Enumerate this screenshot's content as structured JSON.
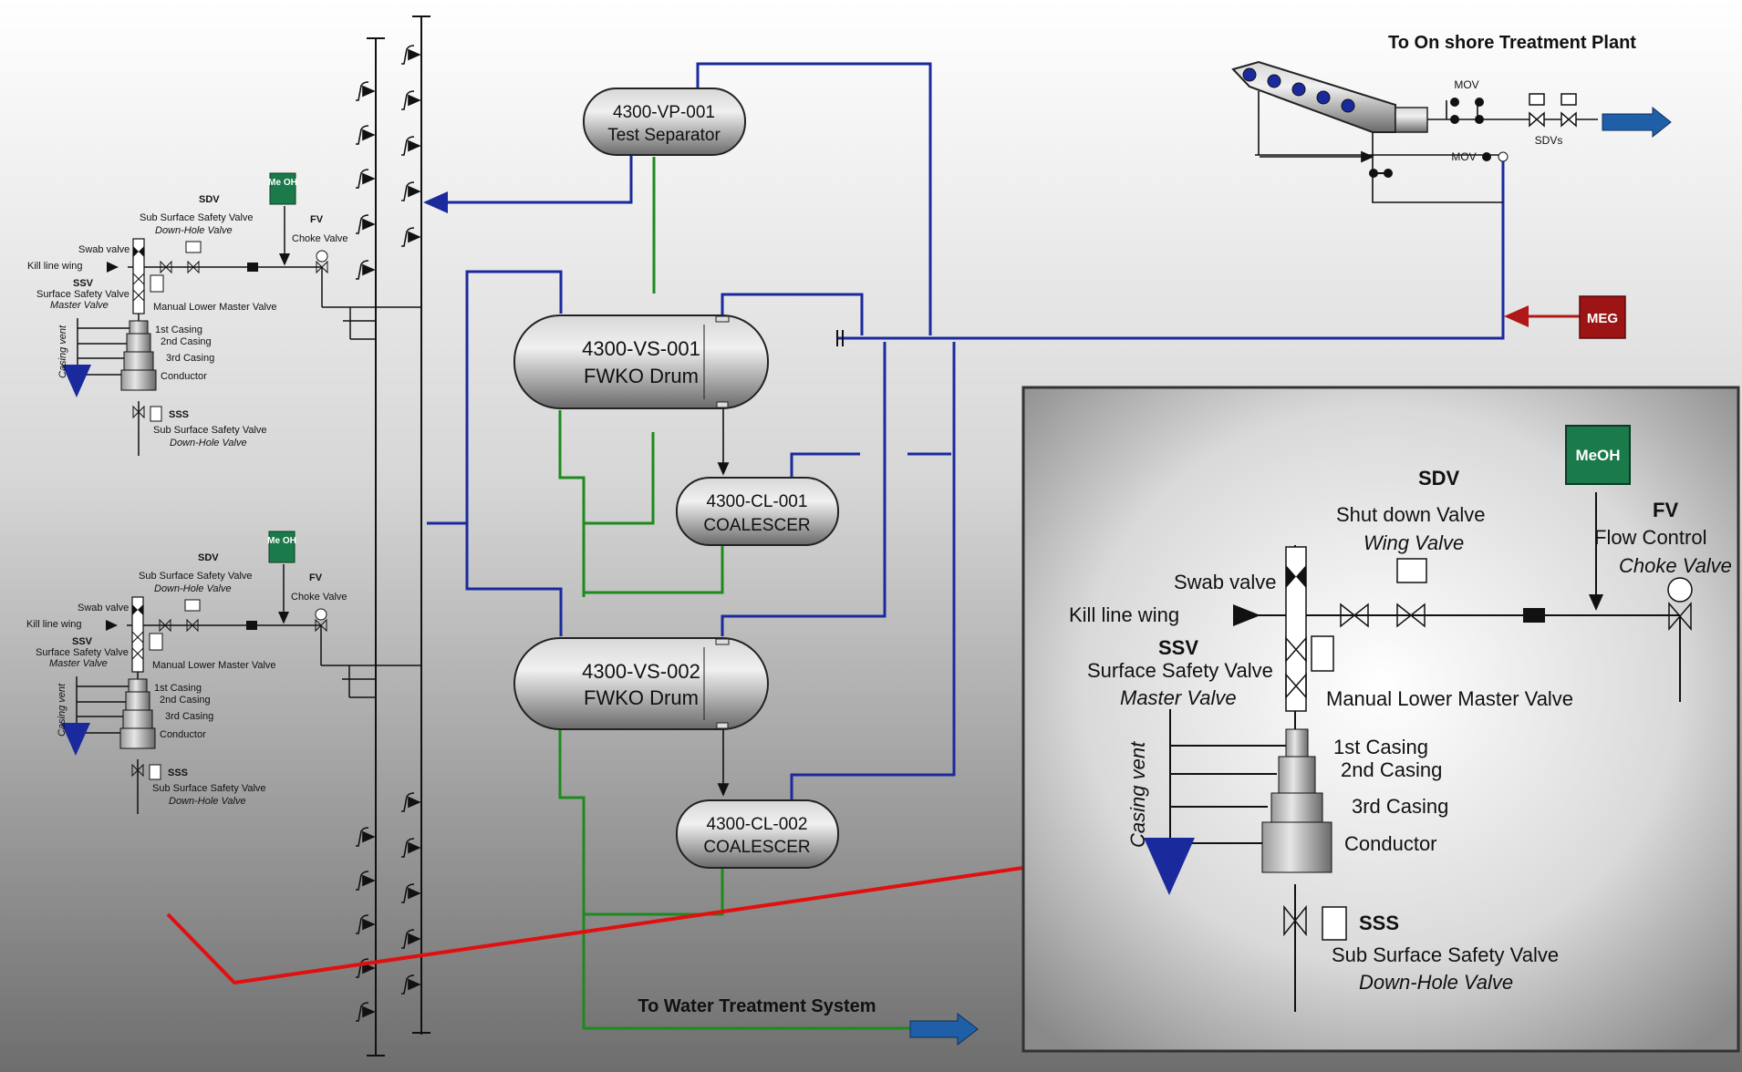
{
  "vessels": {
    "test_separator": {
      "tag": "4300-VP-001",
      "name": "Test Separator"
    },
    "fwko1": {
      "tag": "4300-VS-001",
      "name": "FWKO Drum"
    },
    "coalescer1": {
      "tag": "4300-CL-001",
      "name": "COALESCER"
    },
    "fwko2": {
      "tag": "4300-VS-002",
      "name": "FWKO Drum"
    },
    "coalescer2": {
      "tag": "4300-CL-002",
      "name": "COALESCER"
    }
  },
  "destinations": {
    "onshore": "To On shore Treatment Plant",
    "water": "To Water Treatment System"
  },
  "tags": {
    "meg": "MEG",
    "mov": "MOV",
    "sdvs": "SDVs",
    "meoh_small": "Me OH",
    "meoh_large": "MeOH"
  },
  "colors": {
    "gas_line": "#1a2a9c",
    "water_line": "#1e8a1e",
    "meg_line": "#b01818",
    "highlight": "#e01010",
    "meoh_box": "#1b7a4a",
    "meg_box": "#9c1414",
    "arrow": "#1f5fa8"
  },
  "wellhead": {
    "sdv": "SDV",
    "sdv_sub": "Sub Surface Safety Valve",
    "sdv_sub2": "Down-Hole Valve",
    "fv": "FV",
    "choke": "Choke Valve",
    "swab": "Swab valve",
    "kill": "Kill line wing",
    "ssv": "SSV",
    "ssv_sub": "Surface Safety Valve",
    "ssv_sub2": "Master Valve",
    "manual_lower": "Manual Lower Master Valve",
    "casing1": "1st Casing",
    "casing2": "2nd Casing",
    "casing3": "3rd Casing",
    "conductor": "Conductor",
    "casing_vent": "Casing vent",
    "sss": "SSS",
    "sss_sub": "Sub Surface Safety Valve",
    "sss_sub2": "Down-Hole Valve"
  },
  "detail": {
    "sdv": "SDV",
    "sdv_sub": "Shut down Valve",
    "sdv_sub2": "Wing Valve",
    "fv": "FV",
    "fv_sub": "Flow Control",
    "fv_sub2": "Choke Valve",
    "swab": "Swab valve",
    "kill": "Kill line wing",
    "ssv": "SSV",
    "ssv_sub": "Surface Safety Valve",
    "ssv_sub2": "Master Valve",
    "manual_lower": "Manual Lower Master Valve",
    "casing1": "1st Casing",
    "casing2": "2nd Casing",
    "casing3": "3rd Casing",
    "conductor": "Conductor",
    "casing_vent": "Casing vent",
    "sss": "SSS",
    "sss_sub": "Sub Surface Safety Valve",
    "sss_sub2": "Down-Hole Valve"
  }
}
